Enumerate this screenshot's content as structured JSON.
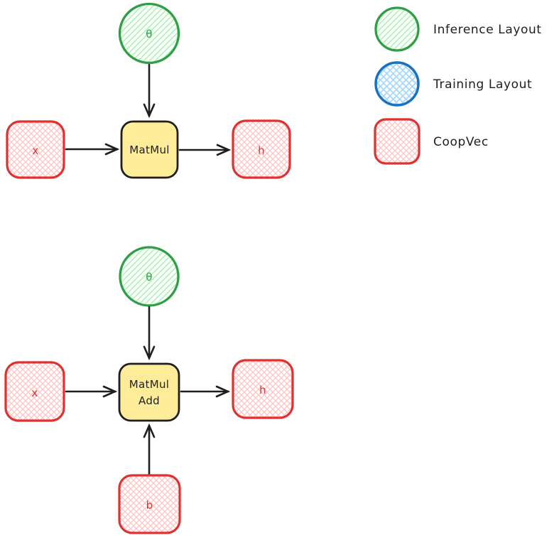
{
  "top_diagram": {
    "theta_label": "θ",
    "x_label": "x",
    "op_label": "MatMul",
    "h_label": "h"
  },
  "bottom_diagram": {
    "theta_label": "θ",
    "x_label": "x",
    "op_label_line1": "MatMul",
    "op_label_line2": "Add",
    "h_label": "h",
    "b_label": "b"
  },
  "legend": {
    "items": [
      {
        "swatch": "green-hatched-circle",
        "label": "Inference Layout"
      },
      {
        "swatch": "blue-crosshatch-circle",
        "label": "Training Layout"
      },
      {
        "swatch": "red-crosshatch-rounded-square",
        "label": "CoopVec"
      }
    ]
  },
  "colors": {
    "background": "#ffffff",
    "ink": "#1e1e1e",
    "green_stroke": "#2f9e44",
    "green_hatch": "#b2f2bb",
    "blue_stroke": "#1971c2",
    "blue_hatch": "#a5d8ff",
    "red_stroke": "#e03131",
    "red_hatch": "#ffc9c9",
    "yellow_fill": "#ffec99"
  }
}
